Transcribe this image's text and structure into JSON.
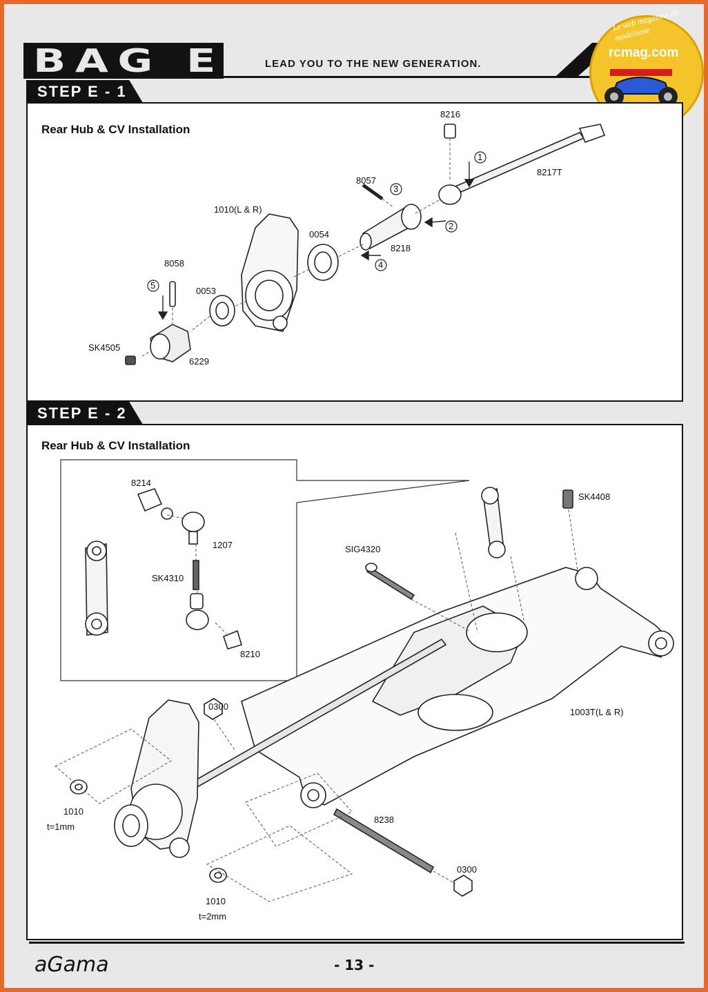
{
  "header": {
    "bag_title": "BAG E",
    "slogan": "LEAD YOU TO THE NEW GENERATION."
  },
  "watermark": {
    "site": "rcmag.com",
    "tagline": "Le web magazine du modelisme"
  },
  "step1": {
    "tab": "STEP E - 1",
    "title": "Rear Hub & CV Installation",
    "labels": {
      "p8216": "8216",
      "p8217t": "8217T",
      "p8057": "8057",
      "p1010": "1010(L & R)",
      "p0054": "0054",
      "p8218": "8218",
      "p8058": "8058",
      "p0053": "0053",
      "psk4505": "SK4505",
      "p6229": "6229",
      "s1": "1",
      "s2": "2",
      "s3": "3",
      "s4": "4",
      "s5": "5"
    }
  },
  "step2": {
    "tab": "STEP E - 2",
    "title": "Rear Hub & CV Installation",
    "labels": {
      "p8214": "8214",
      "p1207": "1207",
      "psk4310": "SK4310",
      "p8210": "8210",
      "psk4408": "SK4408",
      "psig4320": "SIG4320",
      "p1003t": "1003T(L & R)",
      "p0300a": "0300",
      "p1010a": "1010",
      "t1": "t=1mm",
      "p8238": "8238",
      "p0300b": "0300",
      "p1010b": "1010",
      "t2": "t=2mm"
    }
  },
  "footer": {
    "brand": "aGama",
    "page": "- 13 -"
  }
}
